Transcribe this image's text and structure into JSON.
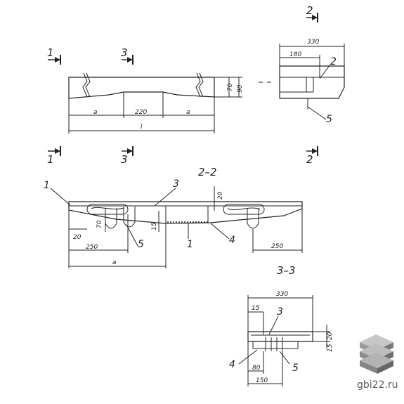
{
  "watermark": {
    "text": "gbi22.ru",
    "logo_icon": "stacked-slabs-logo-icon"
  },
  "section_labels": {
    "s1": "1",
    "s2": "2",
    "s3": "3",
    "title_2_2": "2–2",
    "title_3_3": "3–3"
  },
  "elevation": {
    "dims": {
      "h_70": "70",
      "h_90": "90",
      "a_left": "a",
      "mid": "220",
      "a_right": "a",
      "total": "l"
    }
  },
  "side_view": {
    "dims": {
      "width": "330",
      "d180": "180"
    },
    "callouts": {
      "c2": "2",
      "c5": "5"
    }
  },
  "section_2_2": {
    "dims": {
      "d20": "20",
      "d250_left": "250",
      "a": "a",
      "d70": "70",
      "d15": "15",
      "d20_top": "20",
      "d250_right": "250"
    },
    "callouts": {
      "c1_left": "1",
      "c3": "3",
      "c5": "5",
      "c1_mid": "1",
      "c4": "4"
    }
  },
  "section_3_3": {
    "dims": {
      "width": "330",
      "d15": "15",
      "d20": "20",
      "d15_right": "15",
      "d80": "80",
      "d150": "150"
    },
    "callouts": {
      "c3": "3",
      "c4": "4",
      "c5": "5"
    }
  }
}
